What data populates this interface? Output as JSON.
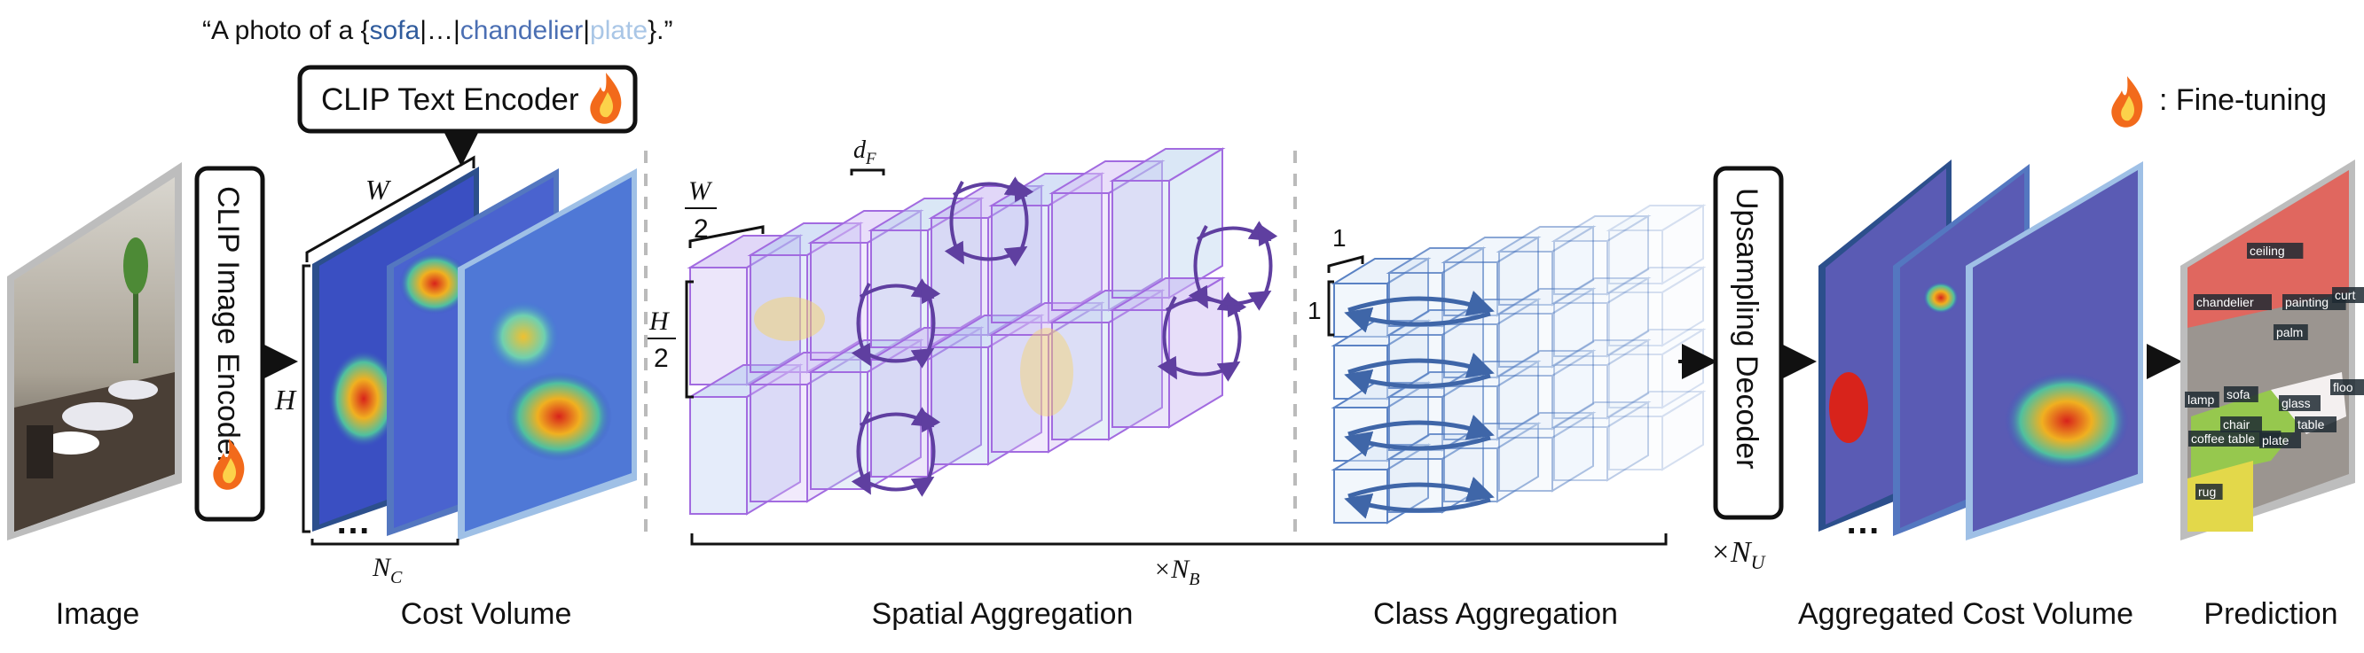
{
  "prompt": {
    "prefix": "“A photo of a {",
    "words": [
      "sofa",
      "…",
      "chandelier",
      "plate"
    ],
    "sep": "|",
    "suffix": "}.”",
    "colors": {
      "sofa": "#2f5b9c",
      "ellipsis": "#111111",
      "chandelier": "#4b6fb3",
      "plate": "#a9c6e6"
    }
  },
  "modules": {
    "text_encoder": "CLIP Text Encoder",
    "image_encoder": "CLIP Image Encoder",
    "decoder": "Upsampling Decoder"
  },
  "legend": {
    "label": ": Fine-tuning",
    "icon": "fire-icon"
  },
  "symbols": {
    "W": "W",
    "H": "H",
    "NC_main": "N",
    "NC_sub": "C",
    "W2_num": "W",
    "W2_den": "2",
    "H2_num": "H",
    "H2_den": "2",
    "dF_main": "d",
    "dF_sub": "F",
    "one_a": "1",
    "one_b": "1",
    "NB_prefix": "×N",
    "NB_sub": "B",
    "NU_prefix": "×N",
    "NU_sub": "U",
    "dots_cost": "…",
    "dots_agg": "…"
  },
  "captions": {
    "image": "Image",
    "cost_volume": "Cost Volume",
    "spatial": "Spatial Aggregation",
    "class": "Class Aggregation",
    "aggregated": "Aggregated Cost Volume",
    "prediction": "Prediction"
  },
  "prediction_labels": [
    "ceiling",
    "chandelier",
    "painting",
    "curt",
    "palm",
    "lamp",
    "sofa",
    "glass",
    "floo",
    "chair",
    "coffee table",
    "plate",
    "table",
    "rug"
  ],
  "colors": {
    "purple": "#a26be0",
    "navy": "#2c4f8c",
    "class_blue": "#5a82c4",
    "arrow_purple": "#5f3fa0",
    "arrow_blue": "#3f66a8",
    "heat_low": "#3a4fc2",
    "heat_high": "#d8231b"
  }
}
